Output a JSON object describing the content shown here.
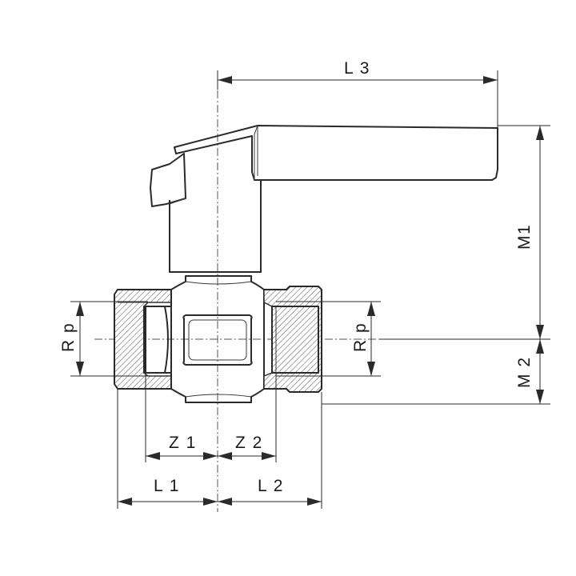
{
  "labels": {
    "l3": "L 3",
    "m1": "M1",
    "m2": "M 2",
    "rp_left": "R p",
    "rp_right": "R p",
    "z1": "Z 1",
    "z2": "Z 2",
    "l1": "L 1",
    "l2": "L 2"
  },
  "colors": {
    "line": "#2a2a2a",
    "background": "#ffffff"
  }
}
